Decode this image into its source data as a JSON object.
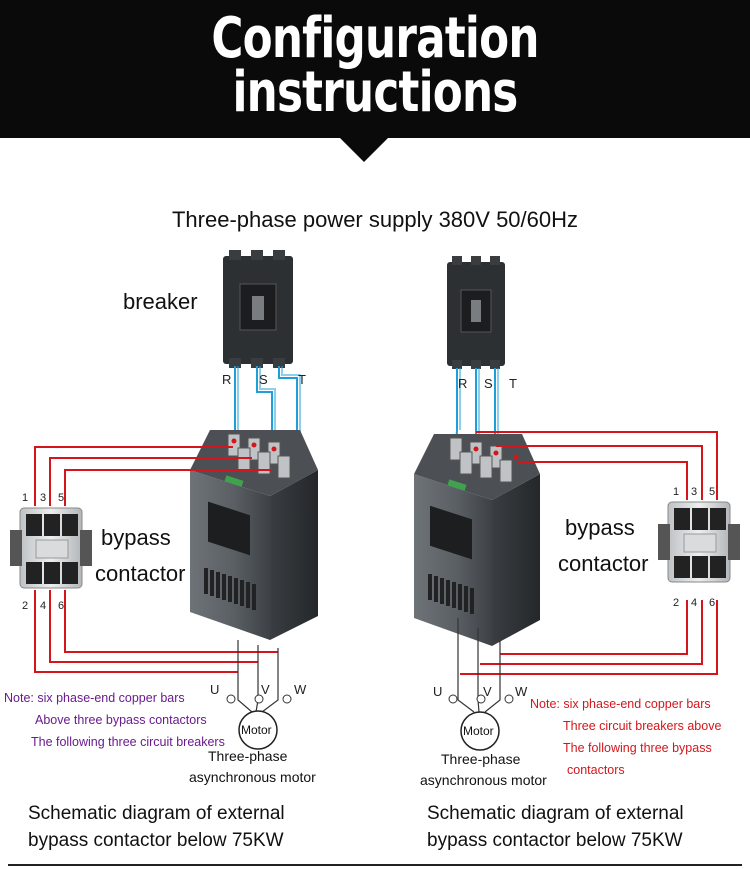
{
  "header": {
    "title_line1": "Configuration",
    "title_line2": "instructions",
    "bg_color": "#0a0a0a"
  },
  "supply_label": "Three-phase power supply 380V 50/60Hz",
  "left": {
    "breaker_label": "breaker",
    "phases_in": [
      "R",
      "S",
      "T"
    ],
    "bypass_line1": "bypass",
    "bypass_line2": "contactor",
    "top_terminals": [
      "1",
      "3",
      "5"
    ],
    "bottom_terminals": [
      "2",
      "4",
      "6"
    ],
    "phases_out": [
      "U",
      "V",
      "W"
    ],
    "notes": [
      "Note: six phase-end copper bars",
      "Above three bypass contactors",
      "The following three circuit breakers"
    ],
    "motor_label": "Motor",
    "motor_caption_1": "Three-phase",
    "motor_caption_2": "asynchronous motor",
    "caption_1": "Schematic diagram of external",
    "caption_2": "bypass contactor below 75KW"
  },
  "right": {
    "phases_in": [
      "R",
      "S",
      "T"
    ],
    "bypass_line1": "bypass",
    "bypass_line2": "contactor",
    "top_terminals": [
      "1",
      "3",
      "5"
    ],
    "bottom_terminals": [
      "2",
      "4",
      "6"
    ],
    "phases_out": [
      "U",
      "V",
      "W"
    ],
    "notes": [
      "Note: six phase-end copper bars",
      "Three circuit breakers above",
      "The following three bypass",
      "contactors"
    ],
    "motor_label": "Motor",
    "motor_caption_1": "Three-phase",
    "motor_caption_2": "asynchronous motor",
    "caption_1": "Schematic diagram of external",
    "caption_2": "bypass contactor below 75KW"
  },
  "colors": {
    "wire_red": "#d4161c",
    "wire_blue": "#1e9fd8",
    "note_purple": "#6b1a8f",
    "note_red": "#d4161c"
  }
}
